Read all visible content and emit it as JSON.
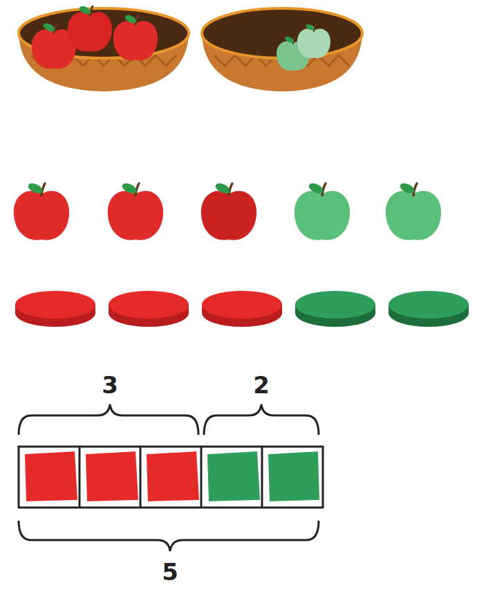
{
  "diagram": {
    "labels": [
      "3",
      "2",
      "5"
    ]
  }
}
